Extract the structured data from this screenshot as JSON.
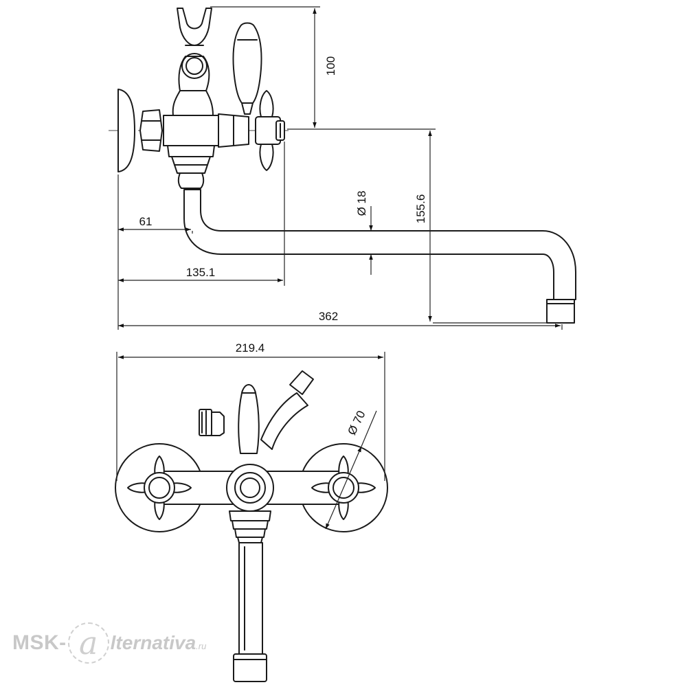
{
  "dimensions": {
    "height_100": "100",
    "dia_18": "Ø 18",
    "height_155": "155.6",
    "len_61": "61",
    "len_135": "135.1",
    "len_362": "362",
    "width_219": "219.4",
    "dia_70": "Ø 70"
  },
  "watermark": {
    "prefix": "MSK-",
    "logo_letter": "a",
    "name": "lternativa",
    "suffix": ".ru"
  }
}
